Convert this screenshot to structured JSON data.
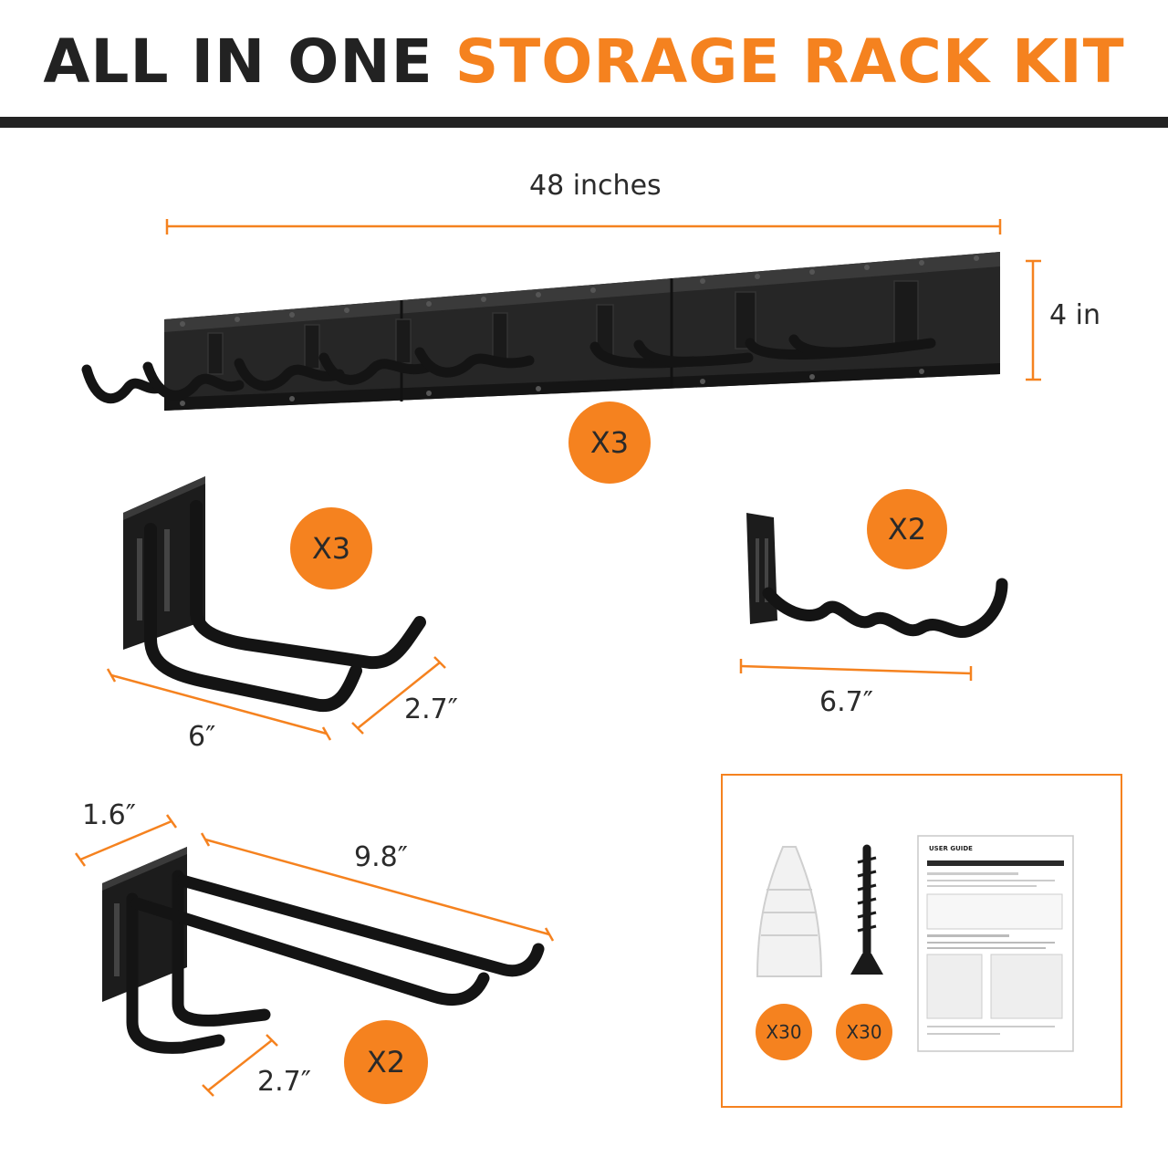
{
  "header": {
    "title_part1": "ALL IN ONE",
    "title_part2": "STORAGE RACK KIT"
  },
  "rail": {
    "length_label": "48 inches",
    "height_label": "4 in",
    "quantity": "X3"
  },
  "double_hook": {
    "quantity": "X3",
    "length_label": "6″",
    "depth_label": "2.7″"
  },
  "wavy_hook": {
    "quantity": "X2",
    "length_label": "6.7″"
  },
  "long_hook": {
    "quantity": "X2",
    "width_label": "1.6″",
    "length_label": "9.8″",
    "depth_label": "2.7″"
  },
  "hardware": {
    "anchor_quantity": "X30",
    "screw_quantity": "X30",
    "manual_heading": "USER GUIDE"
  },
  "colors": {
    "accent": "#f5821f",
    "dark": "#222222",
    "metal": "#1e1e1e"
  }
}
